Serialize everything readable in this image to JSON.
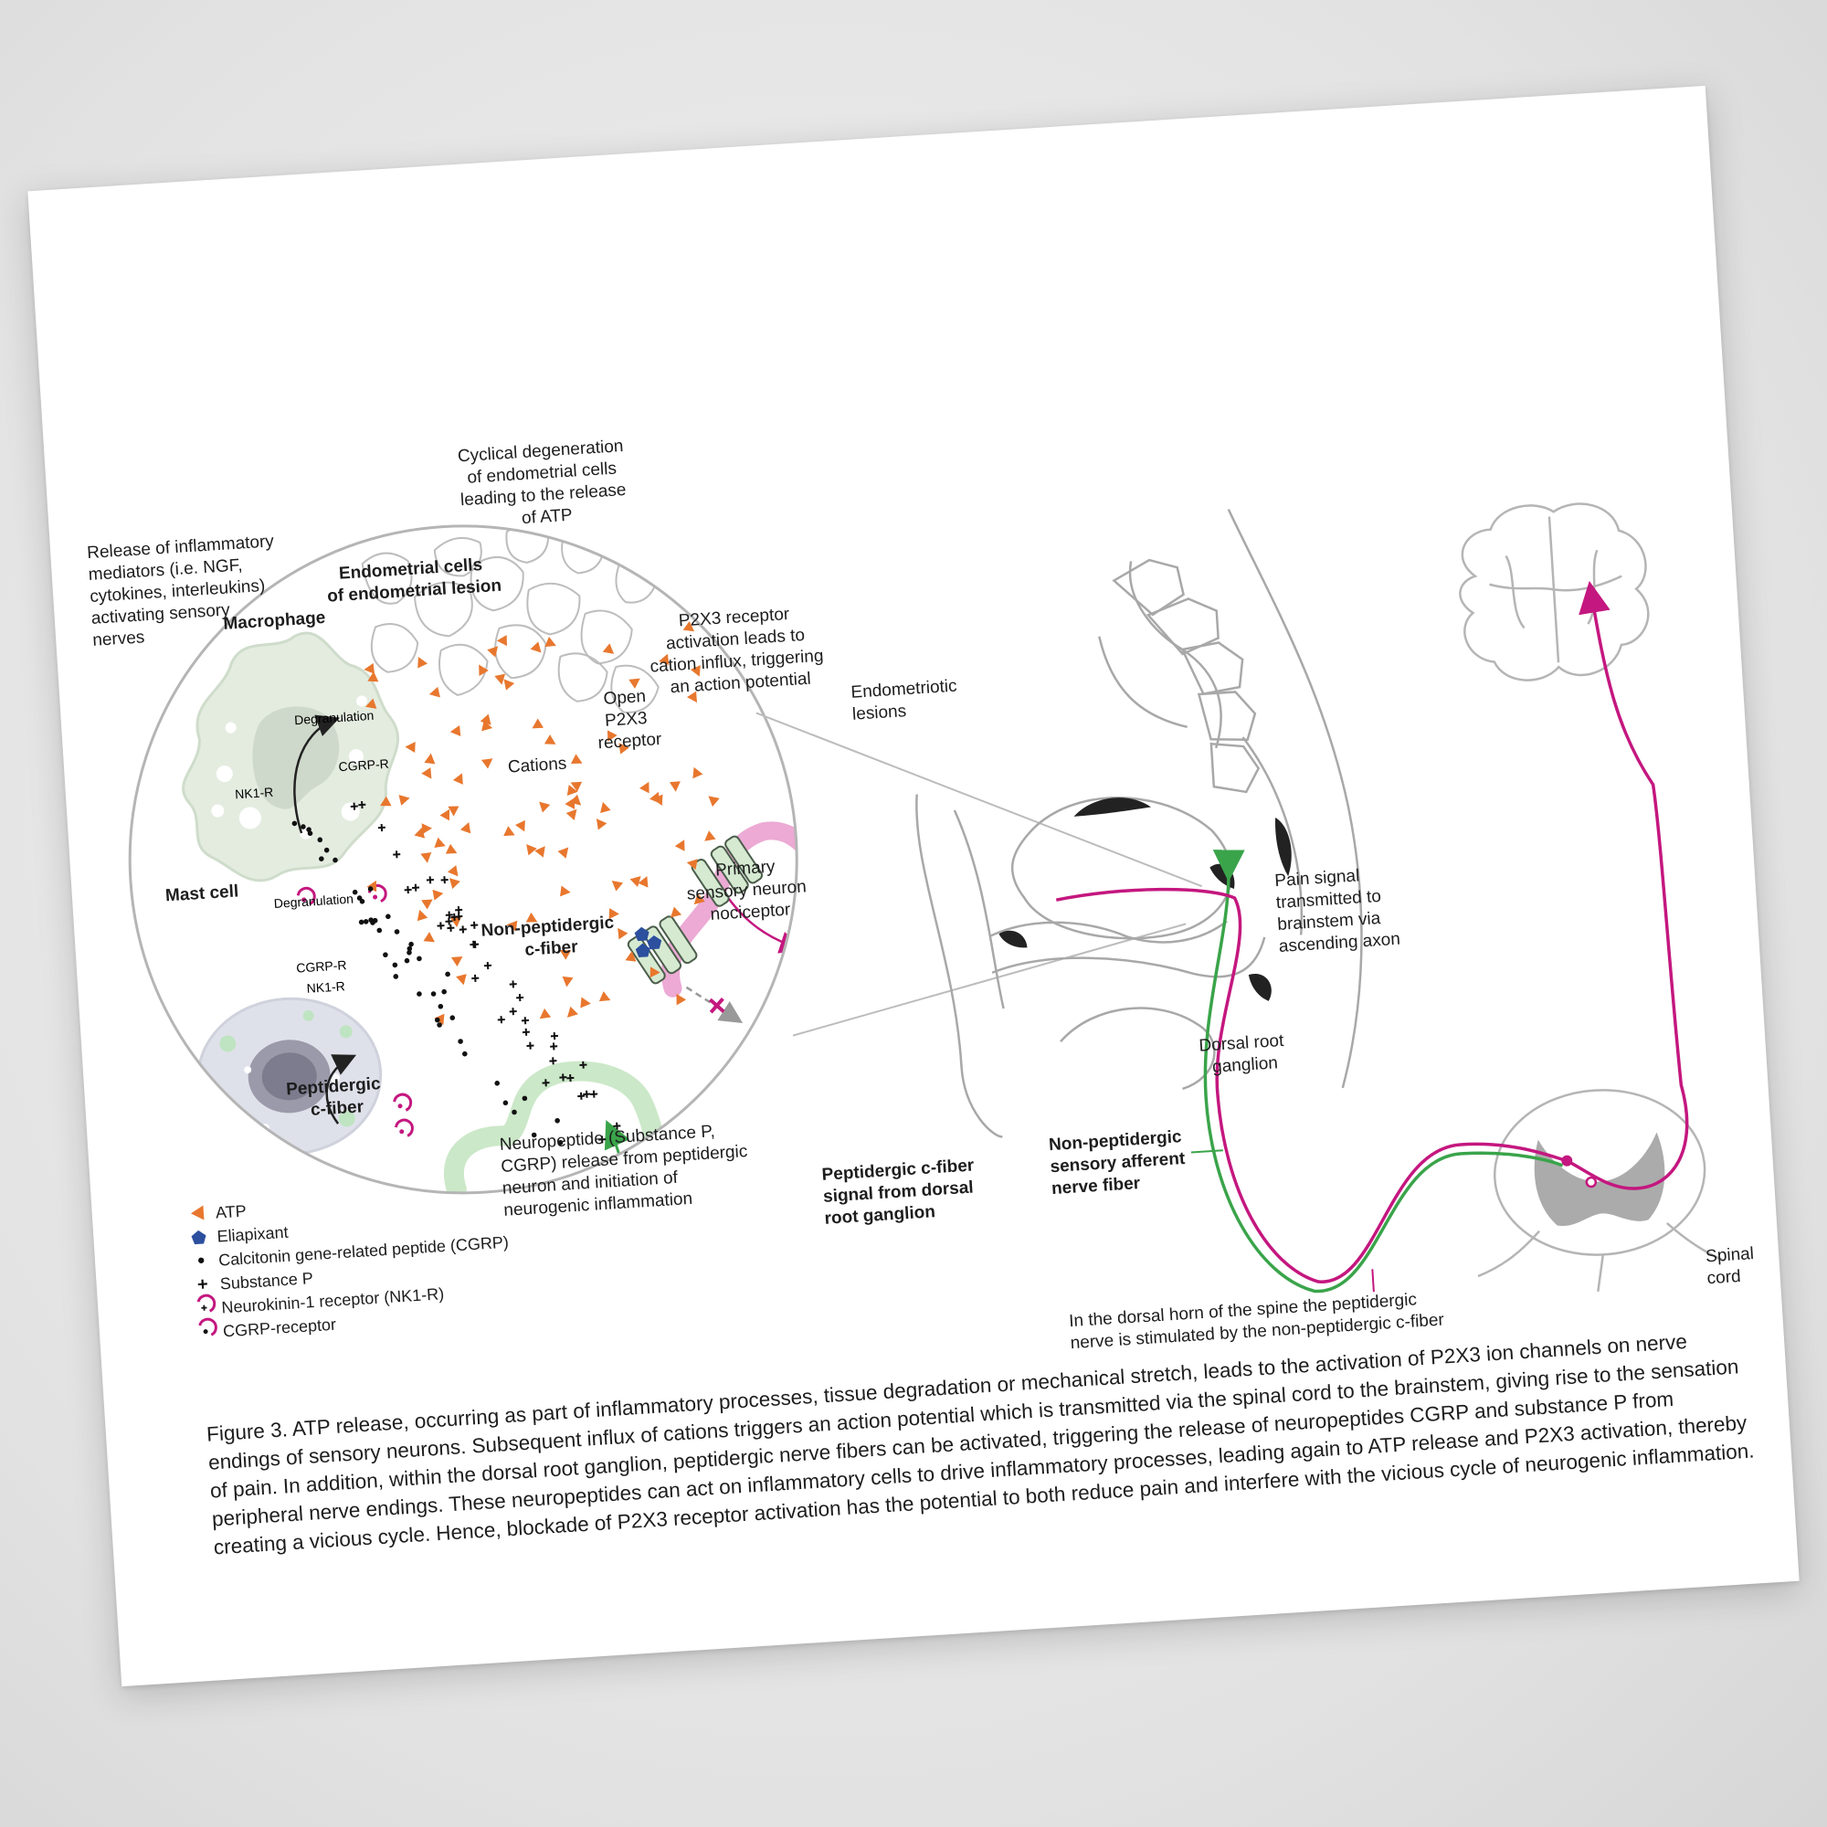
{
  "labels": {
    "inflammatory_release": [
      "Release of inflammatory",
      "mediators (i.e. NGF,",
      "cytokines, interleukins)",
      "activating sensory",
      "nerves"
    ],
    "cyclical_degeneration": [
      "Cyclical degeneration",
      "of endometrial cells",
      "leading to the release",
      "of ATP"
    ],
    "endometrial_cells": [
      "Endometrial cells",
      "of endometrial lesion"
    ],
    "macrophage": "Macrophage",
    "degranulation_macrophage": "Degranulation",
    "nk1r_macrophage": "NK1-R",
    "cgrpr_macrophage": "CGRP-R",
    "mast_cell": "Mast cell",
    "degranulation_mast": "Degranulation",
    "cgrpr_mast": "CGRP-R",
    "nk1r_mast": "NK1-R",
    "cations": "Cations",
    "open_p2x3": [
      "Open",
      "P2X3",
      "receptor"
    ],
    "p2x3_activation": [
      "P2X3 receptor",
      "activation leads to",
      "cation influx, triggering",
      "an action potential"
    ],
    "non_peptidergic_cfiber": [
      "Non-peptidergic",
      "c-fiber"
    ],
    "peptidergic_cfiber": [
      "Peptidergic",
      "c-fiber"
    ],
    "primary_sensory": [
      "Primary",
      "sensory neuron",
      "nociceptor"
    ],
    "neuropeptide_release": [
      "Neuropeptide (Substance P,",
      "CGRP) release from peptidergic",
      "neuron and initiation of",
      "neurogenic inflammation"
    ],
    "endometriotic_lesions": [
      "Endometriotic",
      "lesions"
    ],
    "pain_signal": [
      "Pain signal",
      "transmitted to",
      "brainstem via",
      "ascending axon"
    ],
    "dorsal_root_ganglion": [
      "Dorsal root",
      "ganglion"
    ],
    "peptidergic_signal": [
      "Peptidergic c-fiber",
      "signal from dorsal",
      "root ganglion"
    ],
    "non_peptidergic_afferent": [
      "Non-peptidergic",
      "sensory afferent",
      "nerve fiber"
    ],
    "dorsal_horn": [
      "In the dorsal horn of the spine the peptidergic",
      "nerve is stimulated by the non-peptidergic c-fiber"
    ],
    "spinal_cord": [
      "Spinal",
      "cord"
    ]
  },
  "legend": [
    {
      "icon": "atp-triangle-icon",
      "label": "ATP",
      "color": "#e8772e"
    },
    {
      "icon": "eliapixant-pentagon-icon",
      "label": "Eliapixant",
      "color": "#2c4f9e"
    },
    {
      "icon": "cgrp-dot-icon",
      "label": "Calcitonin gene-related peptide (CGRP)",
      "color": "#111111"
    },
    {
      "icon": "substance-p-cross-icon",
      "label": "Substance P",
      "color": "#111111"
    },
    {
      "icon": "nk1-receptor-icon",
      "label": "Neurokinin-1 receptor (NK1-R)",
      "color": "#c4177f"
    },
    {
      "icon": "cgrp-receptor-icon",
      "label": "CGRP-receptor",
      "color": "#c4177f"
    }
  ],
  "caption": "Figure 3. ATP release, occurring as part of inflammatory processes, tissue degradation or mechanical stretch, leads to the activation of P2X3 ion channels on nerve endings of sensory neurons. Subsequent influx of cations triggers an action potential which is transmitted via the spinal cord to the brainstem, giving rise to the sensation of pain. In addition, within the dorsal root ganglion, peptidergic nerve fibers can be activated, triggering the release of neuropeptides CGRP and substance P from peripheral nerve endings. These neuropeptides can act on inflammatory cells to drive inflammatory processes, leading again to ATP release and P2X3 activation, thereby creating a vicious cycle. Hence, blockade of P2X3 receptor activation has the potential to both reduce pain and interfere with the vicious cycle of neurogenic inflammation.",
  "colors": {
    "magenta": "#c4177f",
    "green": "#3aa44a",
    "pink_fiber": "#ecaad4",
    "light_green_fiber": "#cbe8c8",
    "atp_orange": "#e8772e",
    "outline_gray": "#a8a8a8"
  }
}
